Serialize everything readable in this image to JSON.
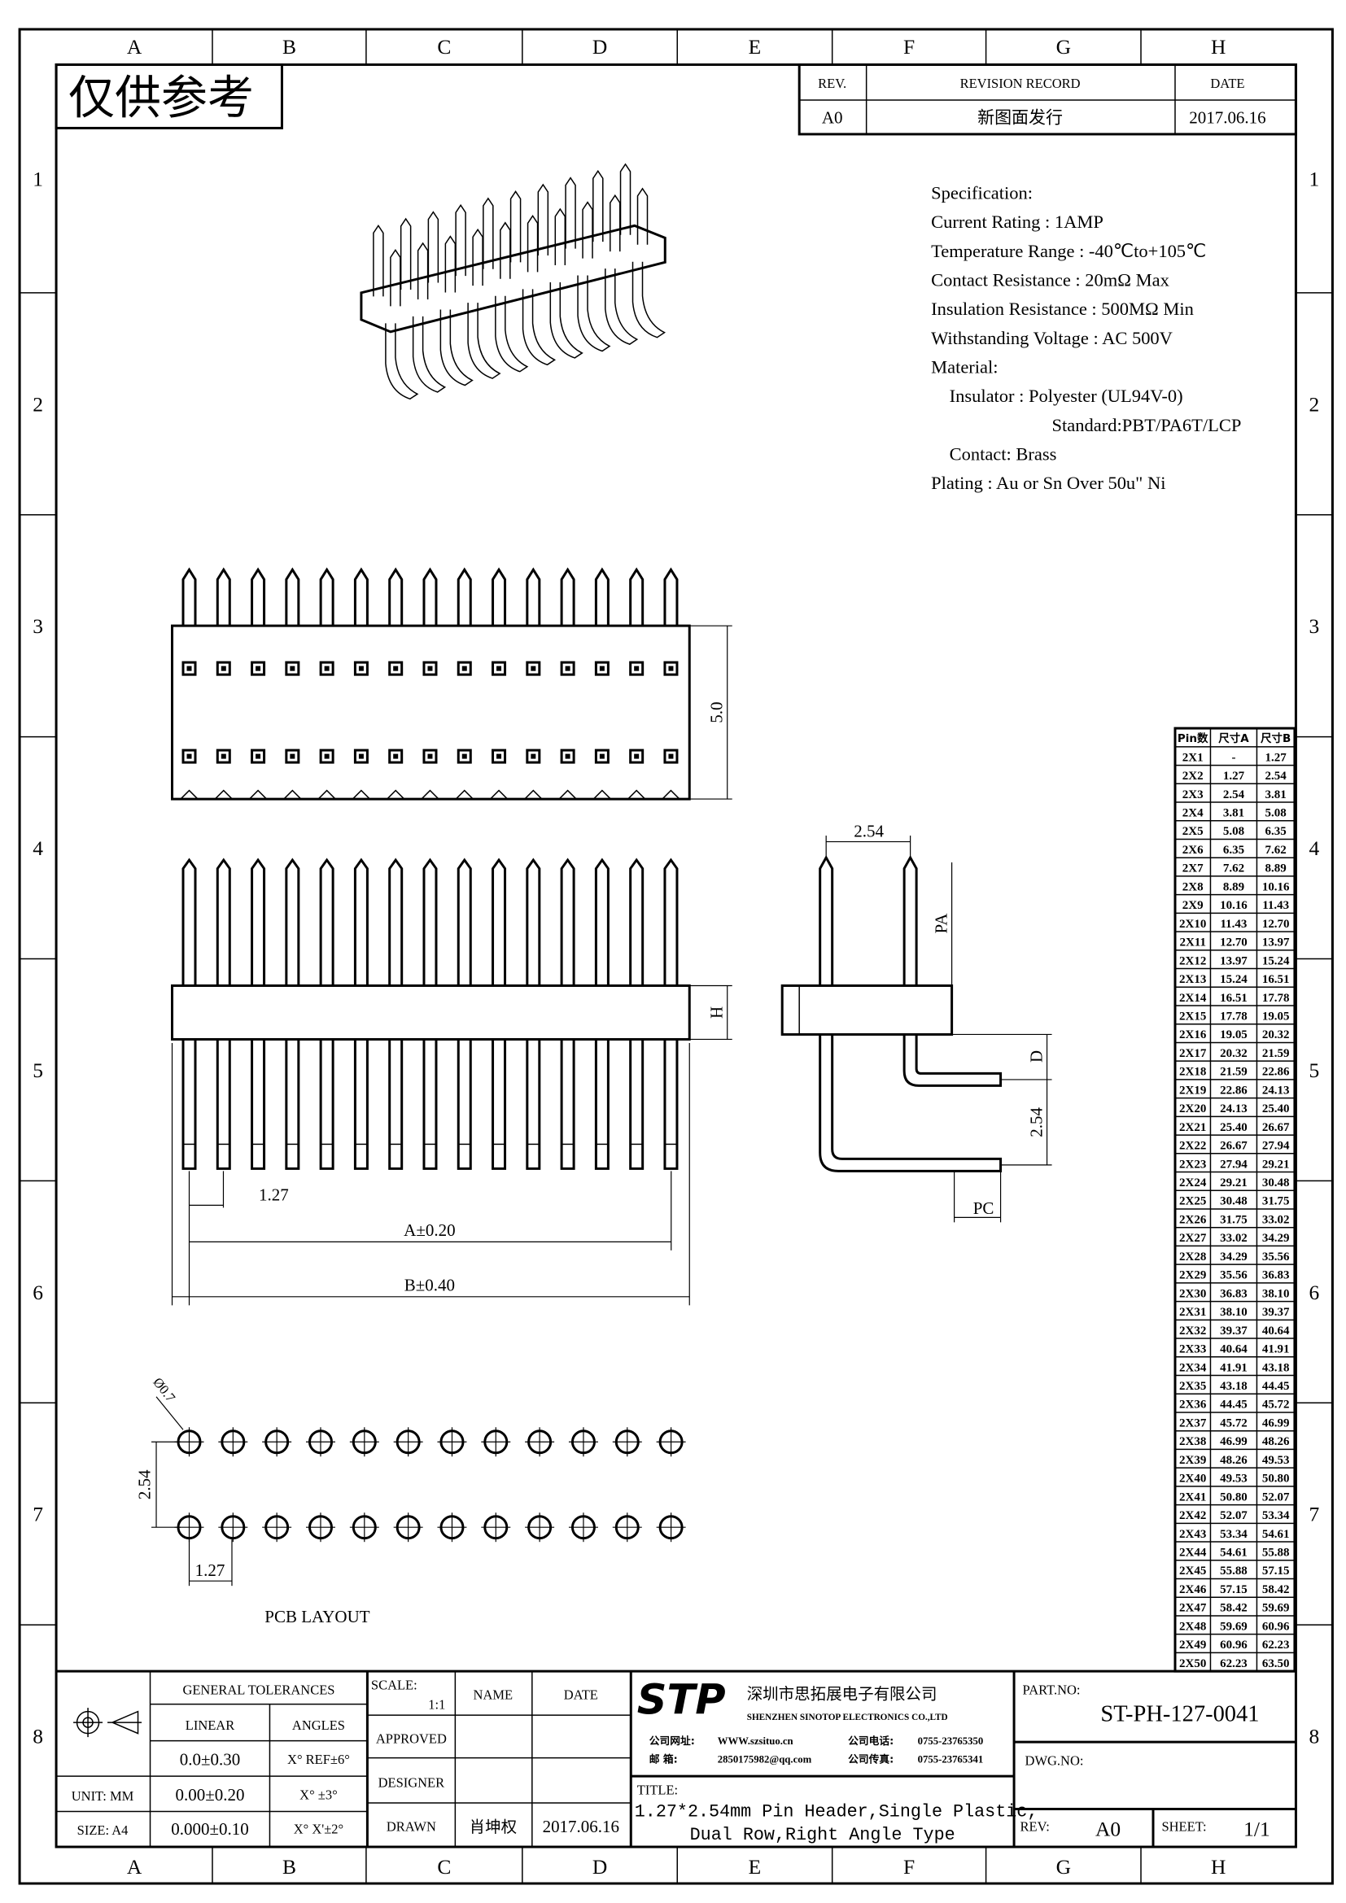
{
  "border": {
    "columns": [
      "A",
      "B",
      "C",
      "D",
      "E",
      "F",
      "G",
      "H"
    ],
    "rows": [
      "1",
      "2",
      "3",
      "4",
      "5",
      "6",
      "7",
      "8"
    ]
  },
  "reference_stamp": "仅供参考",
  "revision": {
    "headers": {
      "rev": "REV.",
      "record": "REVISION RECORD",
      "date": "DATE"
    },
    "rows": [
      {
        "rev": "A0",
        "record": "新图面发行",
        "date": "2017.06.16"
      }
    ]
  },
  "specification": {
    "lines": [
      "Specification:",
      "Current Rating : 1AMP",
      "Temperature Range : -40℃to+105℃",
      "Contact Resistance : 20mΩ Max",
      "Insulation Resistance : 500MΩ Min",
      "Withstanding Voltage : AC 500V",
      "Material:",
      "Insulator : Polyester (UL94V-0)",
      "Standard:PBT/PA6T/LCP",
      "Contact: Brass",
      "Plating : Au or Sn Over 50u\" Ni"
    ]
  },
  "dimensions": {
    "height_5": "5.0",
    "h": "H",
    "pitch": "1.27",
    "a": "A±0.20",
    "b": "B±0.40",
    "side_pitch": "2.54",
    "pa": "PA",
    "d": "D",
    "side_row": "2.54",
    "pc": "PC",
    "hole": "Ø0.7",
    "pcb_row": "2.54",
    "pcb_pitch": "1.27",
    "pcb_label": "PCB LAYOUT"
  },
  "pin_table": {
    "headers": [
      "Pin数",
      "尺寸A",
      "尺寸B"
    ],
    "rows": [
      [
        "2X1",
        "-",
        "1.27"
      ],
      [
        "2X2",
        "1.27",
        "2.54"
      ],
      [
        "2X3",
        "2.54",
        "3.81"
      ],
      [
        "2X4",
        "3.81",
        "5.08"
      ],
      [
        "2X5",
        "5.08",
        "6.35"
      ],
      [
        "2X6",
        "6.35",
        "7.62"
      ],
      [
        "2X7",
        "7.62",
        "8.89"
      ],
      [
        "2X8",
        "8.89",
        "10.16"
      ],
      [
        "2X9",
        "10.16",
        "11.43"
      ],
      [
        "2X10",
        "11.43",
        "12.70"
      ],
      [
        "2X11",
        "12.70",
        "13.97"
      ],
      [
        "2X12",
        "13.97",
        "15.24"
      ],
      [
        "2X13",
        "15.24",
        "16.51"
      ],
      [
        "2X14",
        "16.51",
        "17.78"
      ],
      [
        "2X15",
        "17.78",
        "19.05"
      ],
      [
        "2X16",
        "19.05",
        "20.32"
      ],
      [
        "2X17",
        "20.32",
        "21.59"
      ],
      [
        "2X18",
        "21.59",
        "22.86"
      ],
      [
        "2X19",
        "22.86",
        "24.13"
      ],
      [
        "2X20",
        "24.13",
        "25.40"
      ],
      [
        "2X21",
        "25.40",
        "26.67"
      ],
      [
        "2X22",
        "26.67",
        "27.94"
      ],
      [
        "2X23",
        "27.94",
        "29.21"
      ],
      [
        "2X24",
        "29.21",
        "30.48"
      ],
      [
        "2X25",
        "30.48",
        "31.75"
      ],
      [
        "2X26",
        "31.75",
        "33.02"
      ],
      [
        "2X27",
        "33.02",
        "34.29"
      ],
      [
        "2X28",
        "34.29",
        "35.56"
      ],
      [
        "2X29",
        "35.56",
        "36.83"
      ],
      [
        "2X30",
        "36.83",
        "38.10"
      ],
      [
        "2X31",
        "38.10",
        "39.37"
      ],
      [
        "2X32",
        "39.37",
        "40.64"
      ],
      [
        "2X33",
        "40.64",
        "41.91"
      ],
      [
        "2X34",
        "41.91",
        "43.18"
      ],
      [
        "2X35",
        "43.18",
        "44.45"
      ],
      [
        "2X36",
        "44.45",
        "45.72"
      ],
      [
        "2X37",
        "45.72",
        "46.99"
      ],
      [
        "2X38",
        "46.99",
        "48.26"
      ],
      [
        "2X39",
        "48.26",
        "49.53"
      ],
      [
        "2X40",
        "49.53",
        "50.80"
      ],
      [
        "2X41",
        "50.80",
        "52.07"
      ],
      [
        "2X42",
        "52.07",
        "53.34"
      ],
      [
        "2X43",
        "53.34",
        "54.61"
      ],
      [
        "2X44",
        "54.61",
        "55.88"
      ],
      [
        "2X45",
        "55.88",
        "57.15"
      ],
      [
        "2X46",
        "57.15",
        "58.42"
      ],
      [
        "2X47",
        "58.42",
        "59.69"
      ],
      [
        "2X48",
        "59.69",
        "60.96"
      ],
      [
        "2X49",
        "60.96",
        "62.23"
      ],
      [
        "2X50",
        "62.23",
        "63.50"
      ]
    ]
  },
  "title_block": {
    "general_tolerances": "GENERAL TOLERANCES",
    "linear": "LINEAR",
    "angles": "ANGLES",
    "tol_rows": [
      {
        "label": "",
        "linear": "0.0±0.30",
        "angle": "X° REF±6°"
      },
      {
        "label": "UNIT: MM",
        "linear": "0.00±0.20",
        "angle": "X° ±3°"
      },
      {
        "label": "SIZE: A4",
        "linear": "0.000±0.10",
        "angle": "X° X'±2°"
      }
    ],
    "scale_label": "SCALE:",
    "scale_value": "1:1",
    "name": "NAME",
    "date": "DATE",
    "approved": "APPROVED",
    "designer": "DESIGNER",
    "drawn": "DRAWN",
    "drawn_name": "肖坤权",
    "drawn_date": "2017.06.16",
    "company_logo": "STP",
    "company_cn": "深圳市思拓展电子有限公司",
    "company_en": "SHENZHEN SINOTOP ELECTRONICS CO.,LTD",
    "website_label": "公司网址:",
    "website": "WWW.szsituo.cn",
    "email_label": "邮    箱:",
    "email": "2850175982@qq.com",
    "phone_label": "公司电话:",
    "phone": "0755-23765350",
    "fax_label": "公司传真:",
    "fax": "0755-23765341",
    "title_label": "TITLE:",
    "title_line1": "1.27*2.54mm Pin Header,Single Plastic,",
    "title_line2": "Dual Row,Right Angle Type",
    "part_no_label": "PART.NO:",
    "part_no": "ST-PH-127-0041",
    "dwg_no_label": "DWG.NO:",
    "rev_label": "REV:",
    "rev": "A0",
    "sheet_label": "SHEET:",
    "sheet": "1/1"
  },
  "colors": {
    "logo": "#2a8ee6"
  }
}
